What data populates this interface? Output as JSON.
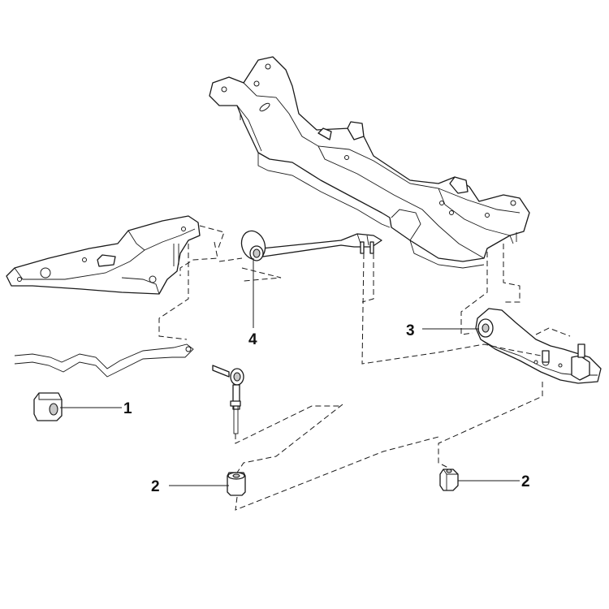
{
  "callouts": [
    {
      "id": "1",
      "label": "1"
    },
    {
      "id": "2a",
      "label": "2"
    },
    {
      "id": "2b",
      "label": "2"
    },
    {
      "id": "3",
      "label": "3"
    },
    {
      "id": "4",
      "label": "4"
    }
  ],
  "colors": {
    "line": "#1a1a1a",
    "background": "#ffffff",
    "shading": "#c9c9c9"
  }
}
